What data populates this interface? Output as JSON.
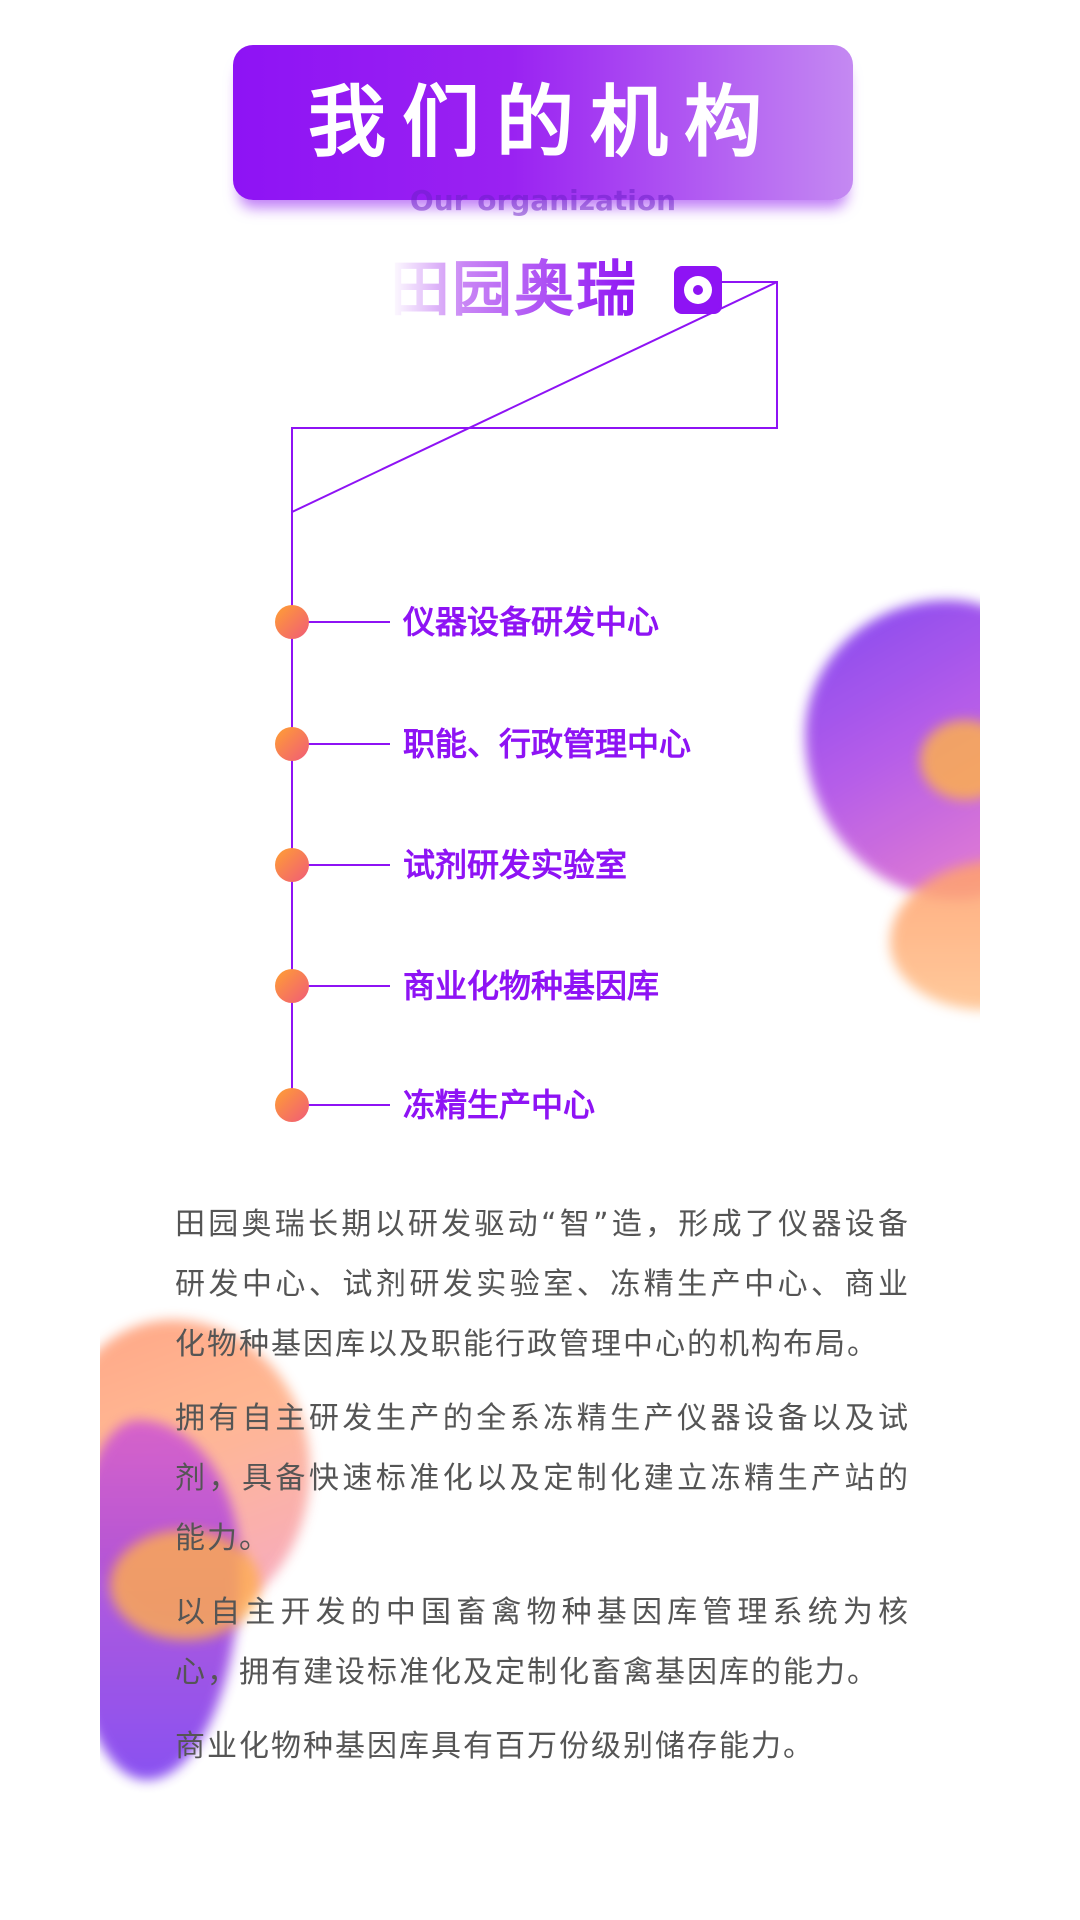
{
  "header": {
    "title": "我们的机构",
    "subtitle": "Our organization"
  },
  "brand": {
    "name": "田园奥瑞",
    "logo_icon": "aperture-icon"
  },
  "org": {
    "items": [
      {
        "label": "仪器设备研发中心"
      },
      {
        "label": "职能、行政管理中心"
      },
      {
        "label": "试剂研发实验室"
      },
      {
        "label": "商业化物种基因库"
      },
      {
        "label": "冻精生产中心"
      }
    ]
  },
  "description": {
    "paragraphs": [
      "田园奥瑞长期以研发驱动“智”造，形成了仪器设备研发中心、试剂研发实验室、冻精生产中心、商业化物种基因库以及职能行政管理中心的机构布局。",
      "拥有自主研发生产的全系冻精生产仪器设备以及试剂，具备快速标准化以及定制化建立冻精生产站的能力。",
      "以自主开发的中国畜禽物种基因库管理系统为核心，拥有建设标准化及定制化畜禽基因库的能力。",
      "商业化物种基因库具有百万份级别储存能力。"
    ]
  },
  "colors": {
    "primary": "#8e13f4",
    "node_start": "#ffa033",
    "node_end": "#f05a78",
    "text": "#555555"
  }
}
